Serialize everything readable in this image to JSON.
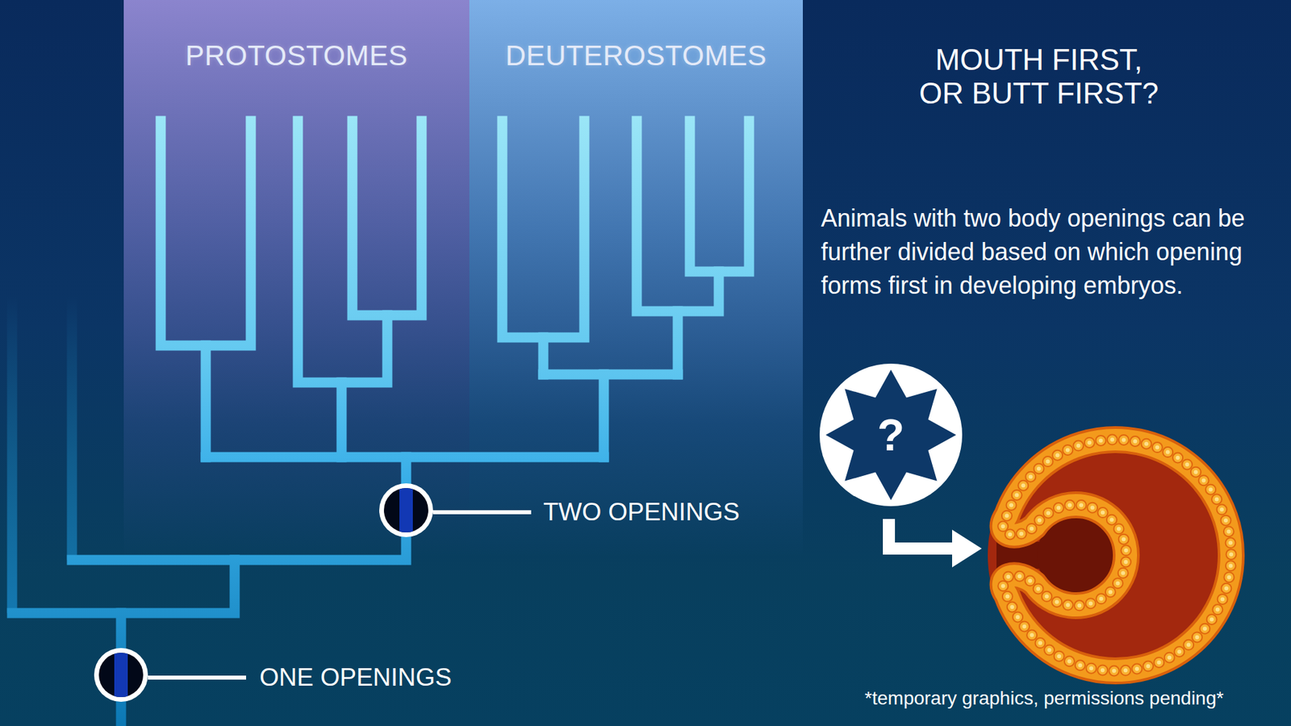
{
  "diagram": {
    "title": "MOUTH FIRST, OR BUTT FIRST?",
    "nodes": [
      {
        "text": [
          "PROTOSTOMES"
        ]
      },
      {
        "text": [
          "DEUTEROSTOMES"
        ]
      },
      {
        "text": [
          "?"
        ]
      }
    ],
    "labels": [
      "Animals with two body openings can be further divided based on which opening forms first in developing embryos.",
      "TWO OPENINGS",
      "ONE OPENINGS",
      "*temporary graphics, permissions pending*"
    ]
  }
}
